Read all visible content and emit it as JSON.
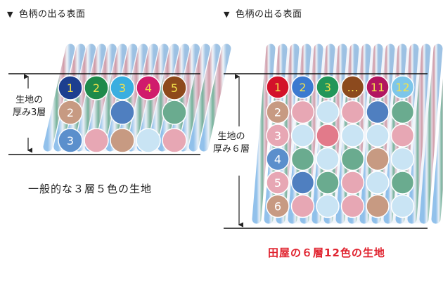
{
  "left_panel": {
    "heading": "色柄の出る表面",
    "thickness_label_line1": "生地の",
    "thickness_label_line2": "厚み3層",
    "caption": "一般的な３層５色の生地",
    "top_row_labels": [
      "1",
      "2",
      "3",
      "4",
      "5"
    ],
    "layer_labels": [
      "2",
      "3"
    ],
    "colors": {
      "top": [
        "#1d3f8f",
        "#1e8a4a",
        "#3aaee0",
        "#d01c6c",
        "#8e4a1c"
      ],
      "layer2": [
        "#c79a82",
        "#4f7fc0",
        "#6aab8f"
      ],
      "layer3": [
        "#5b8fcc",
        "#e7a7b4",
        "#c79a82",
        "#c9e4f4",
        "#e7a7b4"
      ]
    }
  },
  "right_panel": {
    "heading": "色柄の出る表面",
    "thickness_label_line1": "生地の",
    "thickness_label_line2": "厚み６層",
    "caption": "田屋の６層12色の生地",
    "top_row_labels": [
      "1",
      "2",
      "3",
      "…",
      "11",
      "12"
    ],
    "layer_labels": [
      "2",
      "3",
      "4",
      "5",
      "6"
    ],
    "colors": {
      "top": [
        "#d3122a",
        "#3c7ad0",
        "#22965a",
        "#8c4a1e",
        "#b21660",
        "#7dc6ea"
      ],
      "rows": [
        [
          "#c79a82",
          "#e7a7b4",
          "#c9e4f4",
          "#e7a7b4",
          "#4f7fc0",
          "#6aab8f"
        ],
        [
          "#e7a7b4",
          "#c9e4f4",
          "#e27a8a",
          "#c9e4f4",
          "#c9e4f4",
          "#e7a7b4"
        ],
        [
          "#5b8fcc",
          "#6aab8f",
          "#c9e4f4",
          "#6aab8f",
          "#c79a82",
          "#c9e4f4"
        ],
        [
          "#e7a7b4",
          "#4f7fc0",
          "#6aab8f",
          "#e7a7b4",
          "#c9e4f4",
          "#6aab8f"
        ],
        [
          "#c79a82",
          "#e7a7b4",
          "#c9e4f4",
          "#e7a7b4",
          "#c79a82",
          "#c9e4f4"
        ]
      ]
    }
  }
}
